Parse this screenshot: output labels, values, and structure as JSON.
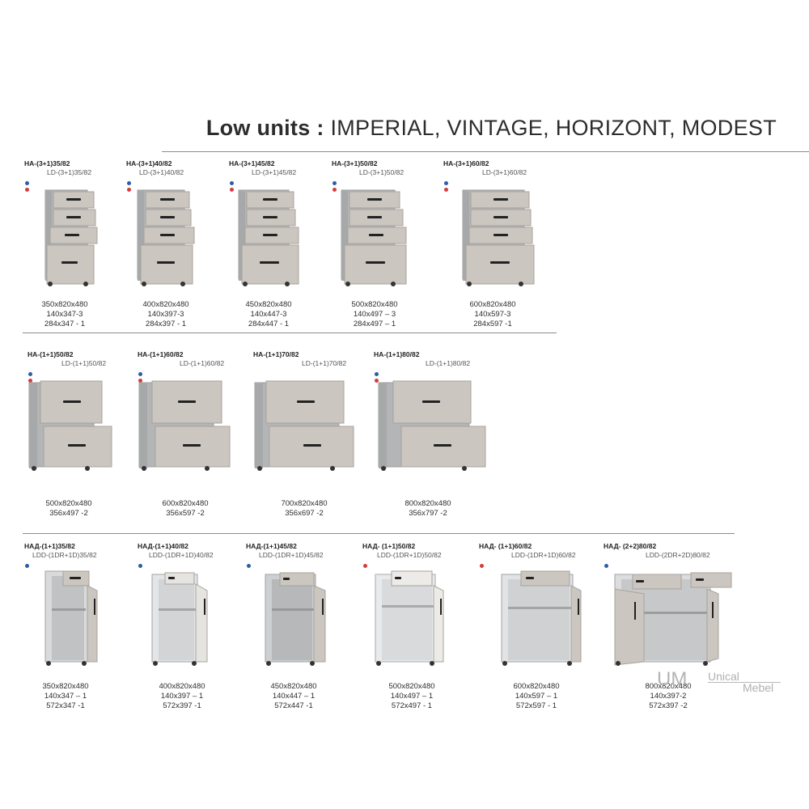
{
  "header": {
    "title_bold": "Low units :",
    "title_rest": "IMPERIAL, VINTAGE, HORIZONT, MODEST"
  },
  "colors": {
    "blue_dot": "#2a5fa8",
    "red_dot": "#d63b3b",
    "panel": "#cbc6c0",
    "carcass": "#b3b5b7",
    "handle": "#222222"
  },
  "row1": [
    {
      "code": "НА-(3+1)35/82",
      "sub": "LD-(3+1)35/82",
      "dims": [
        "350х820х480",
        "140х347-3",
        "284х347 - 1"
      ]
    },
    {
      "code": "НА-(3+1)40/82",
      "sub": "LD-(3+1)40/82",
      "dims": [
        "400х820х480",
        "140х397-3",
        "284х397 - 1"
      ]
    },
    {
      "code": "НА-(3+1)45/82",
      "sub": "LD-(3+1)45/82",
      "dims": [
        "450х820х480",
        "140х447-3",
        "284х447 - 1"
      ]
    },
    {
      "code": "НА-(3+1)50/82",
      "sub": "LD-(3+1)50/82",
      "dims": [
        "500х820х480",
        "140х497 – 3",
        "284х497 – 1"
      ]
    },
    {
      "code": "НА-(3+1)60/82",
      "sub": "LD-(3+1)60/82",
      "dims": [
        "600х820х480",
        "140х597-3",
        "284х597 -1"
      ]
    }
  ],
  "row2": [
    {
      "code": "НА-(1+1)50/82",
      "sub": "LD-(1+1)50/82",
      "dims": [
        "500х820х480",
        "356х497 -2"
      ]
    },
    {
      "code": "НА-(1+1)60/82",
      "sub": "LD-(1+1)60/82",
      "dims": [
        "600х820х480",
        "356х597 -2"
      ]
    },
    {
      "code": "НА-(1+1)70/82",
      "sub": "LD-(1+1)70/82",
      "dims": [
        "700х820х480",
        "356х697 -2"
      ]
    },
    {
      "code": "НА-(1+1)80/82",
      "sub": "LD-(1+1)80/82",
      "dims": [
        "800х820х480",
        "356х797 -2"
      ]
    }
  ],
  "row3": [
    {
      "code": "НАД-(1+1)35/82",
      "sub": "LDD-(1DR+1D)35/82",
      "dims": [
        "350х820х480",
        "140х347 – 1",
        "572х347 -1"
      ]
    },
    {
      "code": "НАД-(1+1)40/82",
      "sub": "LDD-(1DR+1D)40/82",
      "dims": [
        "400х820х480",
        "140х397 – 1",
        "572х397 -1"
      ]
    },
    {
      "code": "НАД-(1+1)45/82",
      "sub": "LDD-(1DR+1D)45/82",
      "dims": [
        "450х820х480",
        "140х447 – 1",
        "572х447 -1"
      ]
    },
    {
      "code": "НАД- (1+1)50/82",
      "sub": "LDD-(1DR+1D)50/82",
      "dims": [
        "500х820х480",
        "140х497 – 1",
        "572х497 - 1"
      ]
    },
    {
      "code": "НАД- (1+1)60/82",
      "sub": "LDD-(1DR+1D)60/82",
      "dims": [
        "600х820х480",
        "140х597 – 1",
        "572х597 - 1"
      ]
    },
    {
      "code": "НАД- (2+2)80/82",
      "sub": "LDD-(2DR+2D)80/82",
      "dims": [
        "800х820х480",
        "140х397-2",
        "572х397 -2"
      ]
    }
  ],
  "logo": {
    "mark": "UM",
    "line1": "Unical",
    "line2": "Mebel"
  }
}
